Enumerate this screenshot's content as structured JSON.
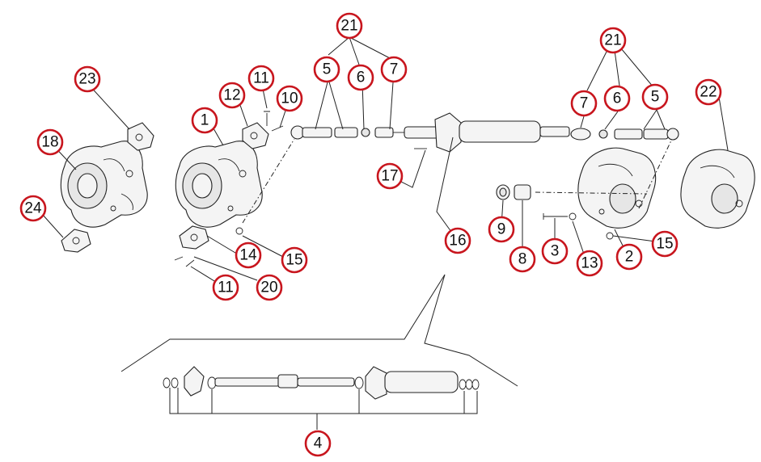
{
  "diagram": {
    "accent_color": "#c8161e",
    "callouts": [
      "1",
      "2",
      "3",
      "4",
      "5",
      "5",
      "6",
      "6",
      "7",
      "7",
      "8",
      "9",
      "10",
      "11",
      "11",
      "12",
      "13",
      "14",
      "15",
      "15",
      "16",
      "17",
      "18",
      "20",
      "21",
      "21",
      "22",
      "23",
      "24"
    ]
  }
}
